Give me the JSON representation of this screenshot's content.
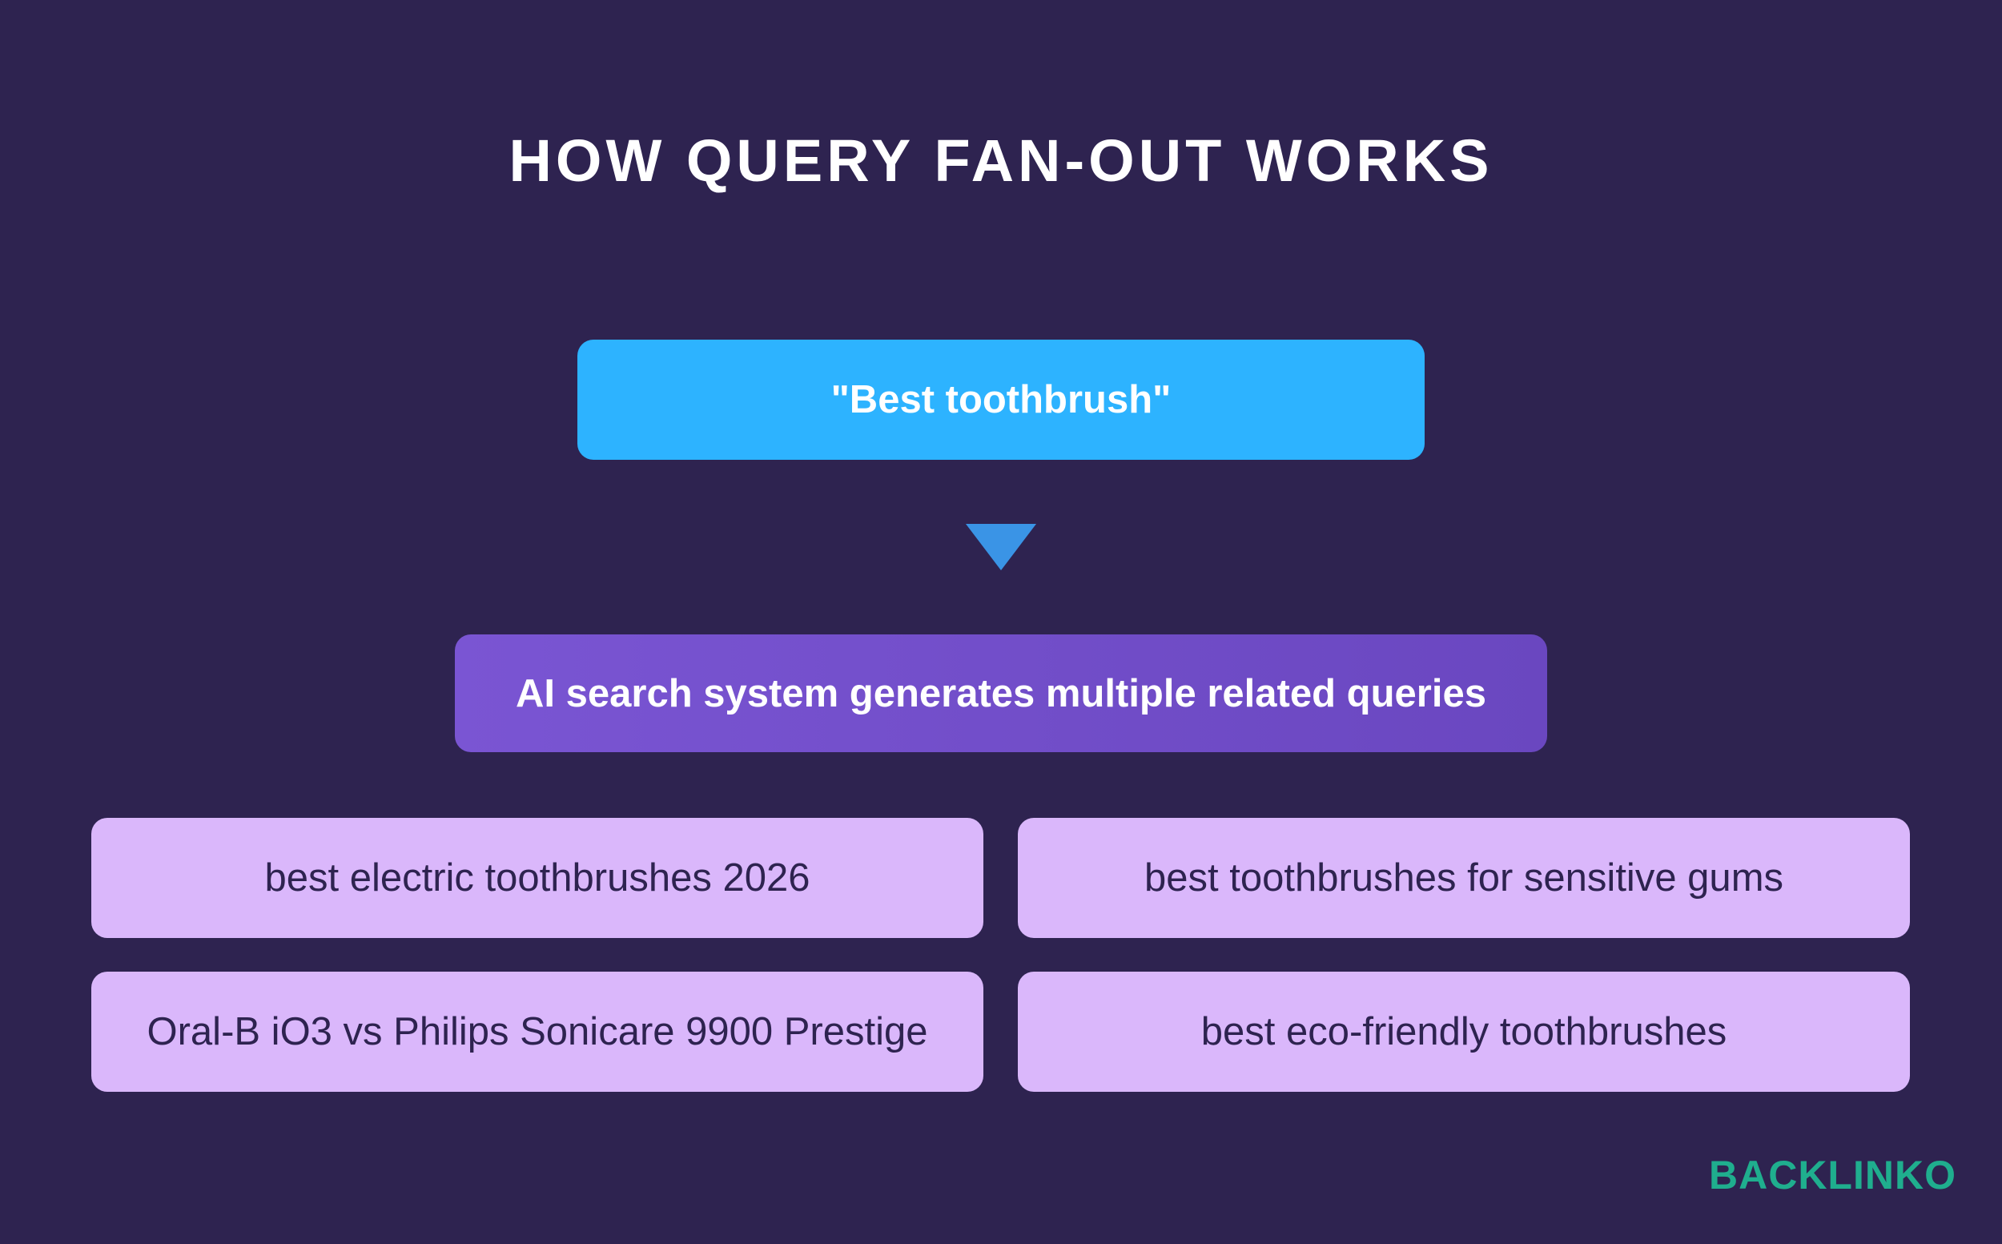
{
  "title": "HOW QUERY FAN-OUT WORKS",
  "query": "\"Best toothbrush\"",
  "system_step": "AI search system generates multiple related queries",
  "related_queries": [
    "best electric toothbrushes 2026",
    "best toothbrushes for sensitive gums",
    "Oral-B iO3 vs Philips Sonicare 9900 Prestige",
    "best eco-friendly toothbrushes"
  ],
  "logo": {
    "text": "BACKLINKO",
    "icon": "backlinko-logo"
  },
  "colors": {
    "background": "#2e2350",
    "query_box": "#2db3ff",
    "arrow": "#3a94e6",
    "system_box": "#7352cc",
    "result_box": "#dab7fb",
    "result_text": "#2e2350",
    "logo": "#1fae8e"
  }
}
